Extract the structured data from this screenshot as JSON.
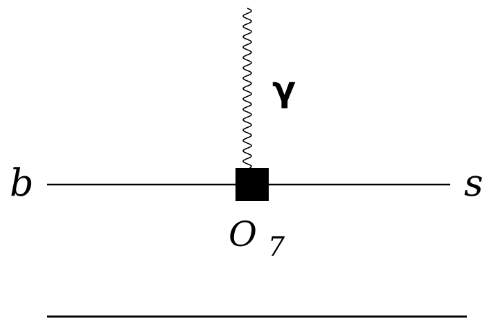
{
  "diagram": {
    "incoming_particle": "b",
    "outgoing_particle": "s",
    "photon_label": "γ",
    "operator_label": {
      "main": "O",
      "subscript": "7"
    },
    "colors": {
      "line": "#000000",
      "vertex": "#000000",
      "background": "#ffffff"
    }
  }
}
